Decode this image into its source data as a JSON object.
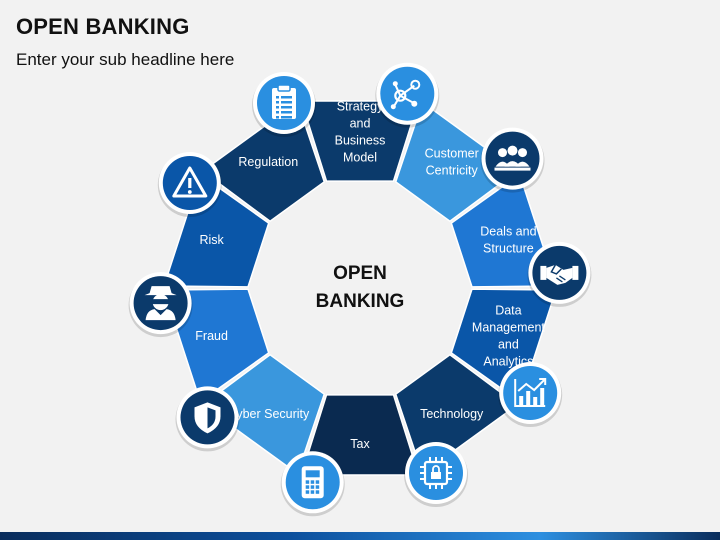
{
  "header": {
    "title": "OPEN BANKING",
    "subtitle": "Enter your sub headline here"
  },
  "center": {
    "line1": "OPEN",
    "line2": "BANKING"
  },
  "segments": [
    {
      "key": "strategy",
      "lines": [
        "Strategy",
        "and",
        "Business",
        "Model"
      ],
      "color": "#0b3a6b",
      "icon": "network-icon",
      "badge_color": "#2a8fe0"
    },
    {
      "key": "customer",
      "lines": [
        "Customer",
        "Centricity"
      ],
      "color": "#3a97dd",
      "icon": "people-icon",
      "badge_color": "#0b3a6b"
    },
    {
      "key": "deals",
      "lines": [
        "Deals and",
        "Structure"
      ],
      "color": "#1f77d3",
      "icon": "handshake-icon",
      "badge_color": "#0b3a6b"
    },
    {
      "key": "data",
      "lines": [
        "Data",
        "Management",
        "and",
        "Analytics"
      ],
      "color": "#0a56a8",
      "icon": "chart-icon",
      "badge_color": "#2a8fe0"
    },
    {
      "key": "technology",
      "lines": [
        "Technology"
      ],
      "color": "#0b3a6b",
      "icon": "chip-lock-icon",
      "badge_color": "#2a8fe0"
    },
    {
      "key": "tax",
      "lines": [
        "Tax"
      ],
      "color": "#0a2a50",
      "icon": "calculator-icon",
      "badge_color": "#2a8fe0"
    },
    {
      "key": "cyber",
      "lines": [
        "Cyber Security"
      ],
      "color": "#3a97dd",
      "icon": "shield-icon",
      "badge_color": "#0b3a6b"
    },
    {
      "key": "fraud",
      "lines": [
        "Fraud"
      ],
      "color": "#1f77d3",
      "icon": "spy-icon",
      "badge_color": "#0b3a6b"
    },
    {
      "key": "risk",
      "lines": [
        "Risk"
      ],
      "color": "#0a56a8",
      "icon": "warning-icon",
      "badge_color": "#0a56a8"
    },
    {
      "key": "regulation",
      "lines": [
        "Regulation"
      ],
      "color": "#0b3a6b",
      "icon": "clipboard-icon",
      "badge_color": "#2a8fe0"
    }
  ]
}
